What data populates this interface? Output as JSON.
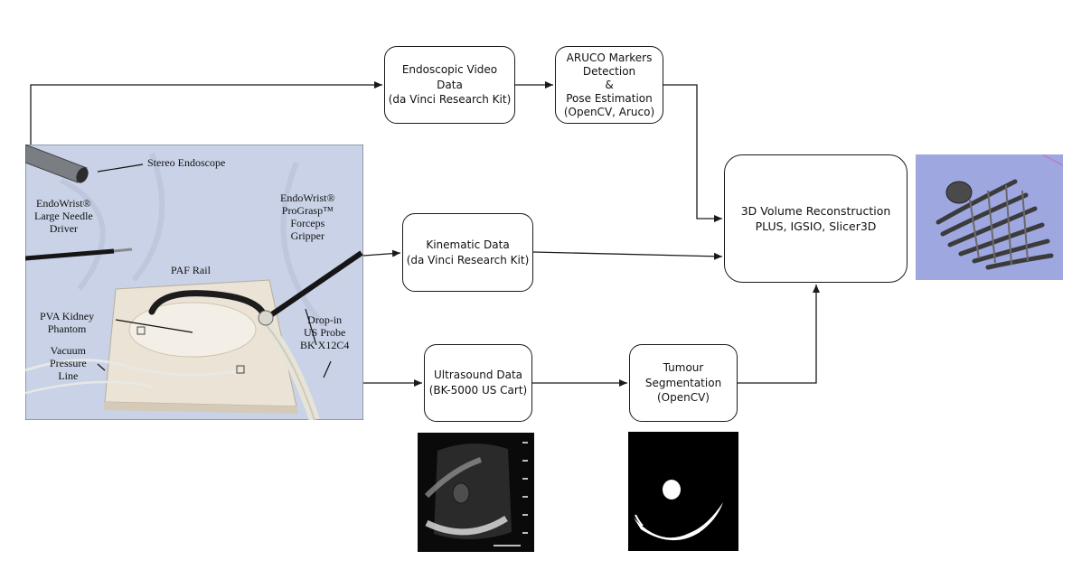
{
  "colors": {
    "box_border": "#1a1a1a",
    "arrow": "#1a1a1a",
    "photo_backdrop": "#c9d2e6",
    "phantom_base": "#eae3d6",
    "us_image_bg": "#0a0a0a",
    "render_bg": "#9fa7e0",
    "render_mesh": "#3b3b3b"
  },
  "nodes": {
    "endoscopic_video": [
      "Endoscopic Video",
      "Data",
      "(da Vinci Research Kit)"
    ],
    "aruco": [
      "ARUCO Markers",
      "Detection",
      "&",
      "Pose Estimation",
      "(OpenCV, Aruco)"
    ],
    "kinematic": [
      "Kinematic Data",
      "(da Vinci Research Kit)"
    ],
    "ultrasound": [
      "Ultrasound Data",
      "(BK-5000 US Cart)"
    ],
    "tumour": [
      "Tumour",
      "Segmentation",
      "(OpenCV)"
    ],
    "reconstruction": [
      "3D Volume Reconstruction",
      "PLUS, IGSIO, Slicer3D"
    ]
  },
  "photo_labels": {
    "stereo_endoscope": [
      "Stereo Endoscope"
    ],
    "needle_driver": [
      "EndoWrist®",
      "Large Needle",
      "Driver"
    ],
    "forceps": [
      "EndoWrist®",
      "ProGrasp™",
      "Forceps",
      "Gripper"
    ],
    "paf_rail": [
      "PAF Rail"
    ],
    "kidney_phantom": [
      "PVA Kidney",
      "Phantom"
    ],
    "us_probe": [
      "Drop-in",
      "US Probe",
      "BK X12C4"
    ],
    "vacuum": [
      "Vacuum",
      "Pressure",
      "Line"
    ]
  },
  "icons": {
    "setup_photo": "surgical-setup-photo",
    "us_image": "ultrasound-image",
    "seg_image": "segmentation-mask-image",
    "render_image": "3d-render-image"
  }
}
